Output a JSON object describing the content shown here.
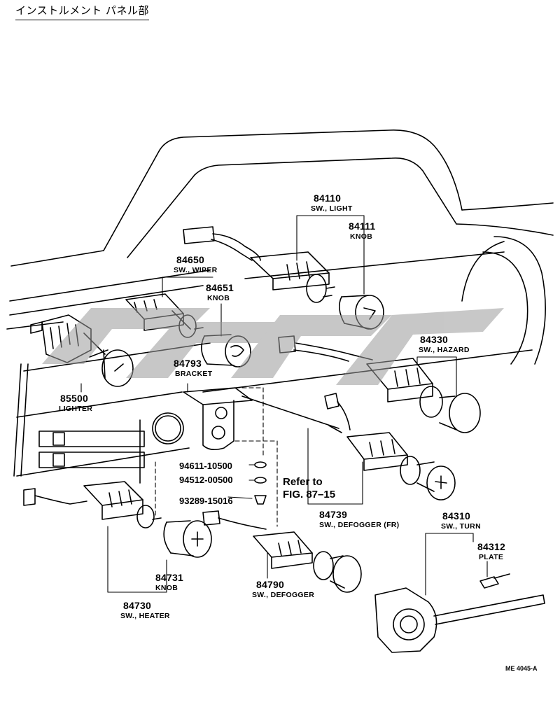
{
  "header": {
    "title": "インストルメント パネル部"
  },
  "callouts": {
    "c84110": {
      "number": "84110",
      "name": "SW., LIGHT"
    },
    "c84111": {
      "number": "84111",
      "name": "KNOB"
    },
    "c84650": {
      "number": "84650",
      "name": "SW., WIPER"
    },
    "c84651": {
      "number": "84651",
      "name": "KNOB"
    },
    "c84330": {
      "number": "84330",
      "name": "SW., HAZARD"
    },
    "c84793": {
      "number": "84793",
      "name": "BRACKET"
    },
    "c85500": {
      "number": "85500",
      "name": "LIGHTER"
    },
    "c84739": {
      "number": "84739",
      "name": "SW., DEFOGGER (FR)"
    },
    "c84310": {
      "number": "84310",
      "name": "SW., TURN"
    },
    "c84312": {
      "number": "84312",
      "name": "PLATE"
    },
    "c84731": {
      "number": "84731",
      "name": "KNOB"
    },
    "c84730": {
      "number": "84730",
      "name": "SW., HEATER"
    },
    "c84790": {
      "number": "84790",
      "name": "SW., DEFOGGER"
    }
  },
  "hardware": {
    "h1": "94611-10500",
    "h2": "94512-00500",
    "h3": "93289-15016"
  },
  "reference": {
    "line1": "Refer to",
    "line2": "FIG. 87–15"
  },
  "figure_code": "ME 4045-A",
  "style": {
    "line_color": "#000000",
    "watermark_color": "#9a9a9a"
  }
}
